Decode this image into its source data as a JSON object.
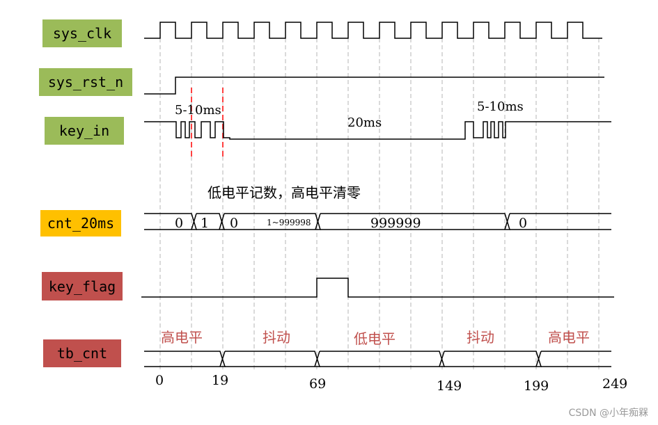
{
  "signals": {
    "sys_clk": "sys_clk",
    "sys_rst_n": "sys_rst_n",
    "key_in": "key_in",
    "cnt_20ms": "cnt_20ms",
    "key_flag": "key_flag",
    "tb_cnt": "tb_cnt"
  },
  "colors": {
    "green": "#9bbb59",
    "orange": "#ffc000",
    "red": "#c0504d"
  },
  "annotations": {
    "bounce1": "5-10ms",
    "stable": "20ms",
    "bounce2": "5-10ms",
    "rule": "低电平记数，高电平清零"
  },
  "cnt_values": {
    "v0": "0",
    "v1": "1",
    "v2": "0",
    "v3": "1~999998",
    "v4": "999999",
    "v5": "0"
  },
  "phases": {
    "p1": "高电平",
    "p2": "抖动",
    "p3": "低电平",
    "p4": "抖动",
    "p5": "高电平"
  },
  "tb_ticks": {
    "t0": "0",
    "t1": "19",
    "t2": "69",
    "t3": "149",
    "t4": "199",
    "t5": "249"
  },
  "watermark": "CSDN @小年痴槑"
}
